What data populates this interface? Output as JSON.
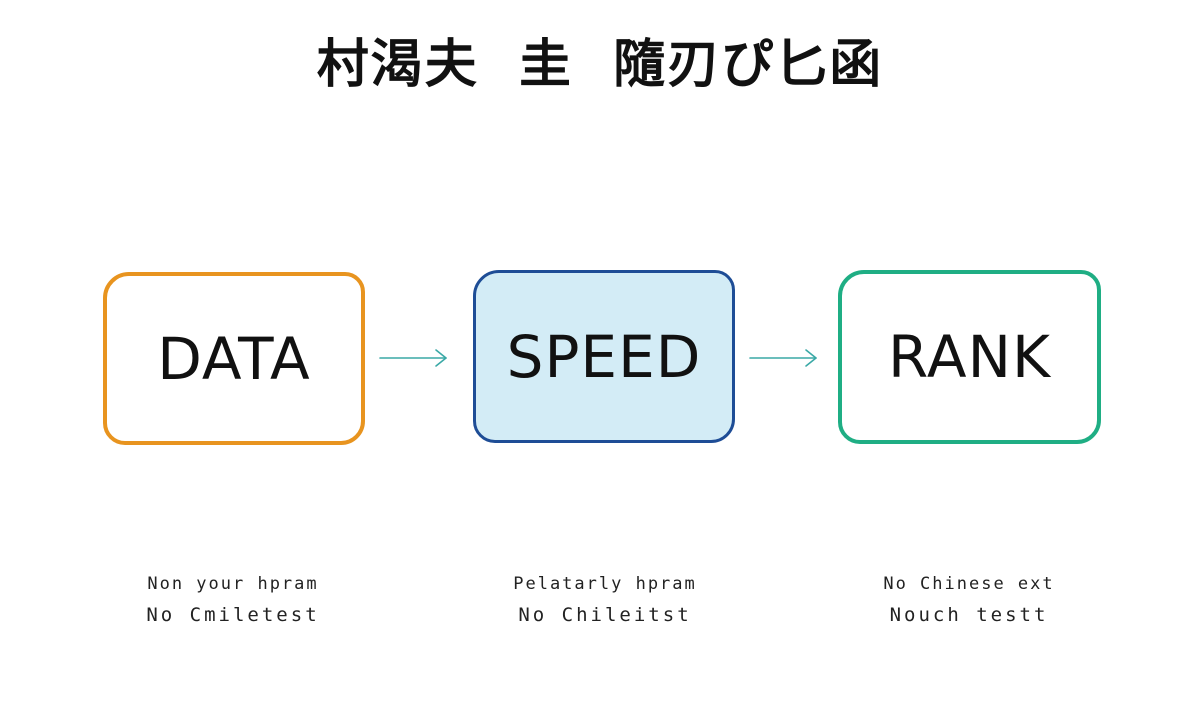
{
  "title": "村渴夫  圭  隨刃ぴ匕函",
  "colors": {
    "data_border": "#e8941f",
    "speed_border": "#1e4d96",
    "speed_fill": "#d3ecf6",
    "rank_border": "#1fae84",
    "arrow": "#3aa9a6",
    "text": "#111111"
  },
  "flow": {
    "boxes": [
      {
        "label": "DATA"
      },
      {
        "label": "SPEED"
      },
      {
        "label": "RANK"
      }
    ],
    "arrows": [
      {
        "icon": "arrow-right-icon"
      },
      {
        "icon": "arrow-right-icon"
      }
    ]
  },
  "captions": [
    {
      "line1": "Non your hpram",
      "line2": "No Cmiletest"
    },
    {
      "line1": "Pelatarly hpram",
      "line2": "No Chileitst"
    },
    {
      "line1": "No Chinese ext",
      "line2": "Nouch testt"
    }
  ]
}
